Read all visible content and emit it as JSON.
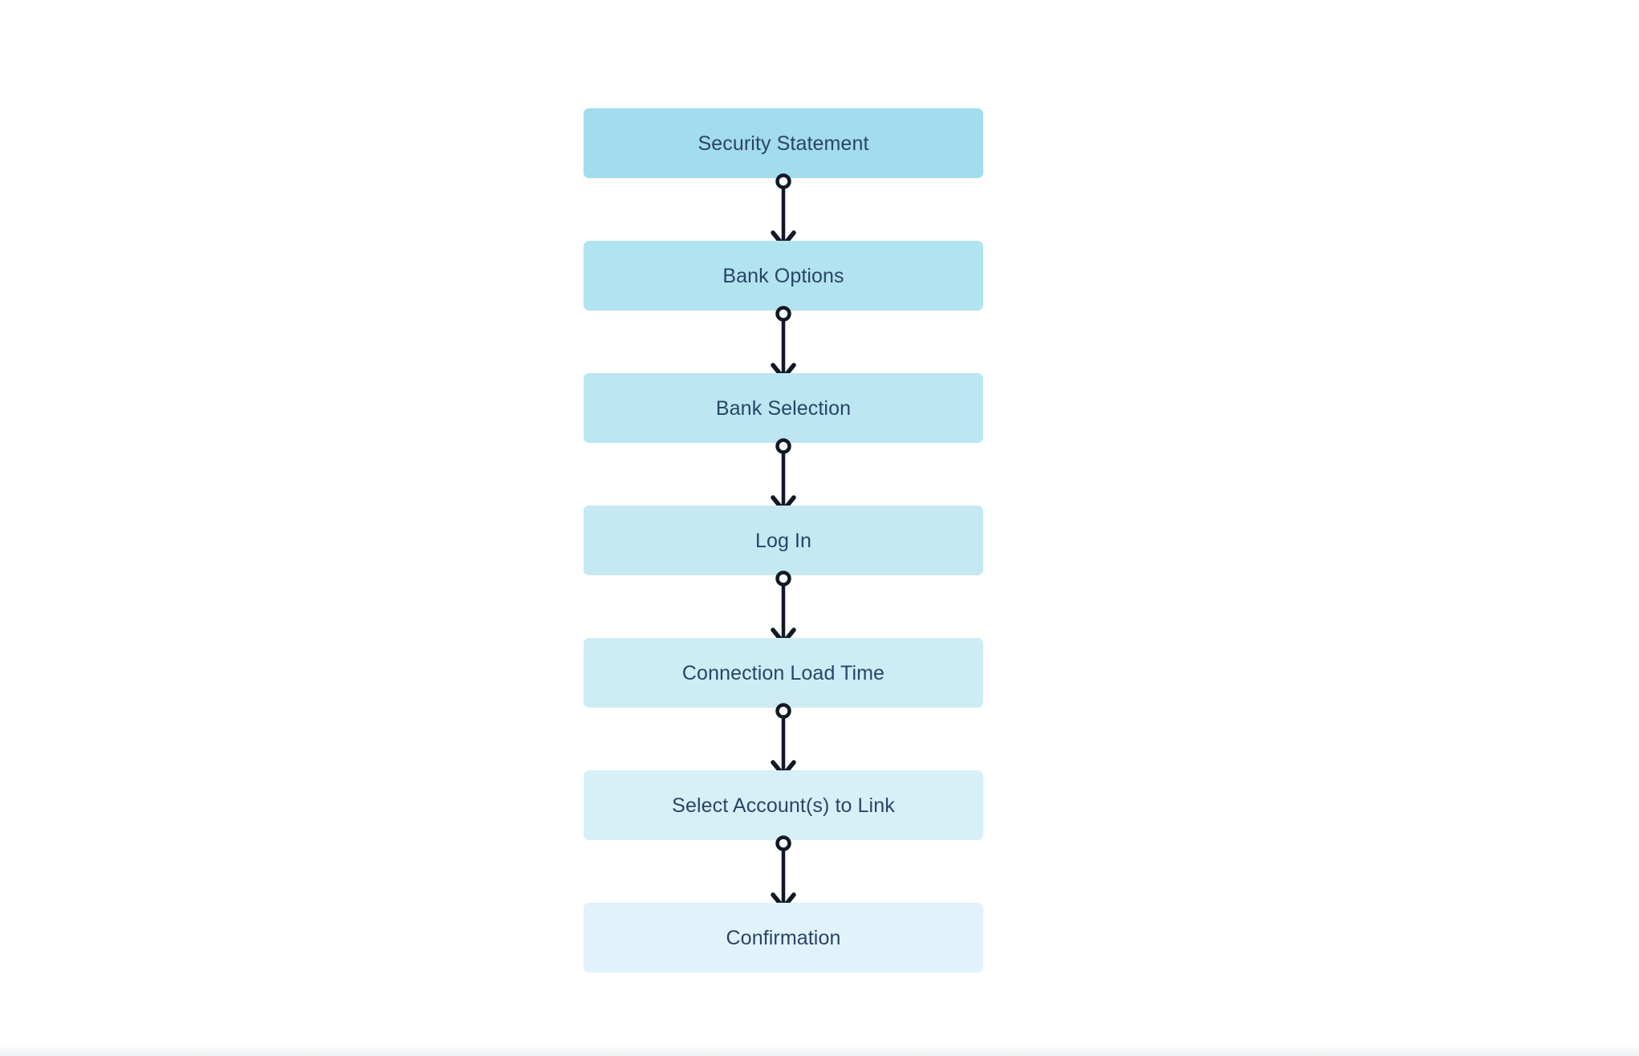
{
  "diagram": {
    "type": "vertical-flowchart",
    "title": "",
    "orientation": "top-to-bottom",
    "node_count": 7,
    "connector_style": "circle-start-arrow-end",
    "colors": {
      "background": "#ffffff",
      "text": "#2a4467",
      "connector": "#111827",
      "connector_circle_fill": "#ffffff"
    },
    "nodes": [
      {
        "id": "security-statement",
        "label": "Security Statement",
        "fill": "#a2dced"
      },
      {
        "id": "bank-options",
        "label": "Bank Options",
        "fill": "#b2e3f0"
      },
      {
        "id": "bank-selection",
        "label": "Bank Selection",
        "fill": "#bce6f1"
      },
      {
        "id": "log-in",
        "label": "Log In",
        "fill": "#c4e9f3"
      },
      {
        "id": "connection-load-time",
        "label": "Connection Load Time",
        "fill": "#cdecf5"
      },
      {
        "id": "select-accounts",
        "label": "Select Account(s) to Link",
        "fill": "#d7f0f8"
      },
      {
        "id": "confirmation",
        "label": "Confirmation",
        "fill": "#e1f2fa"
      }
    ],
    "edges": [
      {
        "from": "security-statement",
        "to": "bank-options",
        "label": ""
      },
      {
        "from": "bank-options",
        "to": "bank-selection",
        "label": ""
      },
      {
        "from": "bank-selection",
        "to": "log-in",
        "label": ""
      },
      {
        "from": "log-in",
        "to": "connection-load-time",
        "label": ""
      },
      {
        "from": "connection-load-time",
        "to": "select-accounts",
        "label": ""
      },
      {
        "from": "select-accounts",
        "to": "confirmation",
        "label": ""
      }
    ]
  }
}
